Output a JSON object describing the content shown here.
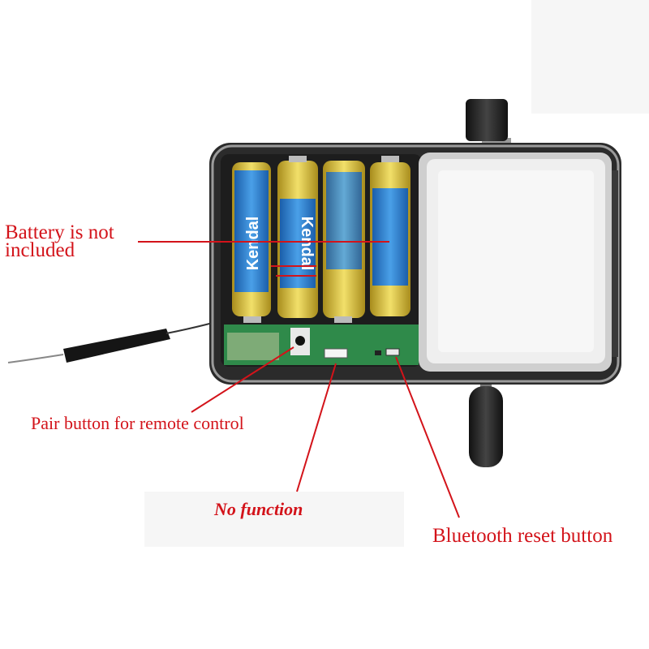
{
  "labels": {
    "battery_line1": "Battery is not",
    "battery_line2": "included",
    "pair_button": "Pair button for remote control",
    "no_function": "No function",
    "bluetooth_reset": "Bluetooth reset button"
  },
  "battery_brand": {
    "brand": "Kendal"
  },
  "colors": {
    "annotation_red": "#d3131a",
    "battery_yellow": "#e3c93a",
    "battery_blue": "#2f7fd1",
    "pcb_green": "#2f8a4a",
    "housing_dark": "#2a2a2a",
    "cover_white": "#f2f2f2"
  }
}
